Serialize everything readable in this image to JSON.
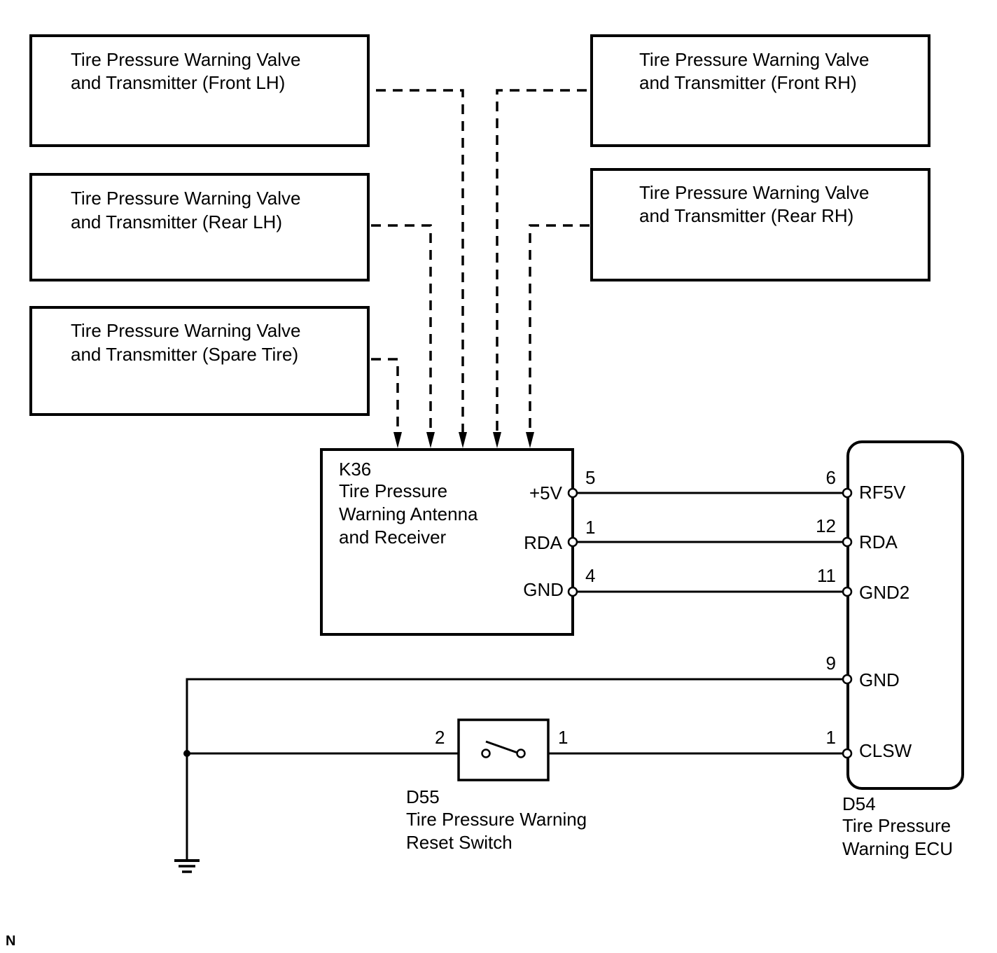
{
  "transmitters": {
    "front_lh": [
      "Tire Pressure Warning Valve",
      "and Transmitter (Front LH)"
    ],
    "front_rh": [
      "Tire Pressure Warning Valve",
      "and Transmitter (Front RH)"
    ],
    "rear_lh": [
      "Tire Pressure Warning Valve",
      "and Transmitter (Rear LH)"
    ],
    "rear_rh": [
      "Tire Pressure Warning Valve",
      "and Transmitter (Rear RH)"
    ],
    "spare": [
      "Tire Pressure Warning Valve",
      "and Transmitter (Spare Tire)"
    ]
  },
  "receiver": {
    "code": "K36",
    "name": [
      "Tire Pressure",
      "Warning Antenna",
      "and Receiver"
    ],
    "pins": [
      {
        "label": "+5V",
        "num": "5"
      },
      {
        "label": "RDA",
        "num": "1"
      },
      {
        "label": "GND",
        "num": "4"
      }
    ]
  },
  "ecu": {
    "code": "D54",
    "name": [
      "Tire Pressure",
      "Warning ECU"
    ],
    "pins": [
      {
        "label": "RF5V",
        "num": "6"
      },
      {
        "label": "RDA",
        "num": "12"
      },
      {
        "label": "GND2",
        "num": "11"
      },
      {
        "label": "GND",
        "num": "9"
      },
      {
        "label": "CLSW",
        "num": "1"
      }
    ]
  },
  "switch": {
    "code": "D55",
    "name": [
      "Tire Pressure Warning",
      "Reset Switch"
    ],
    "pin_left": "2",
    "pin_right": "1"
  },
  "corner_mark": "N"
}
